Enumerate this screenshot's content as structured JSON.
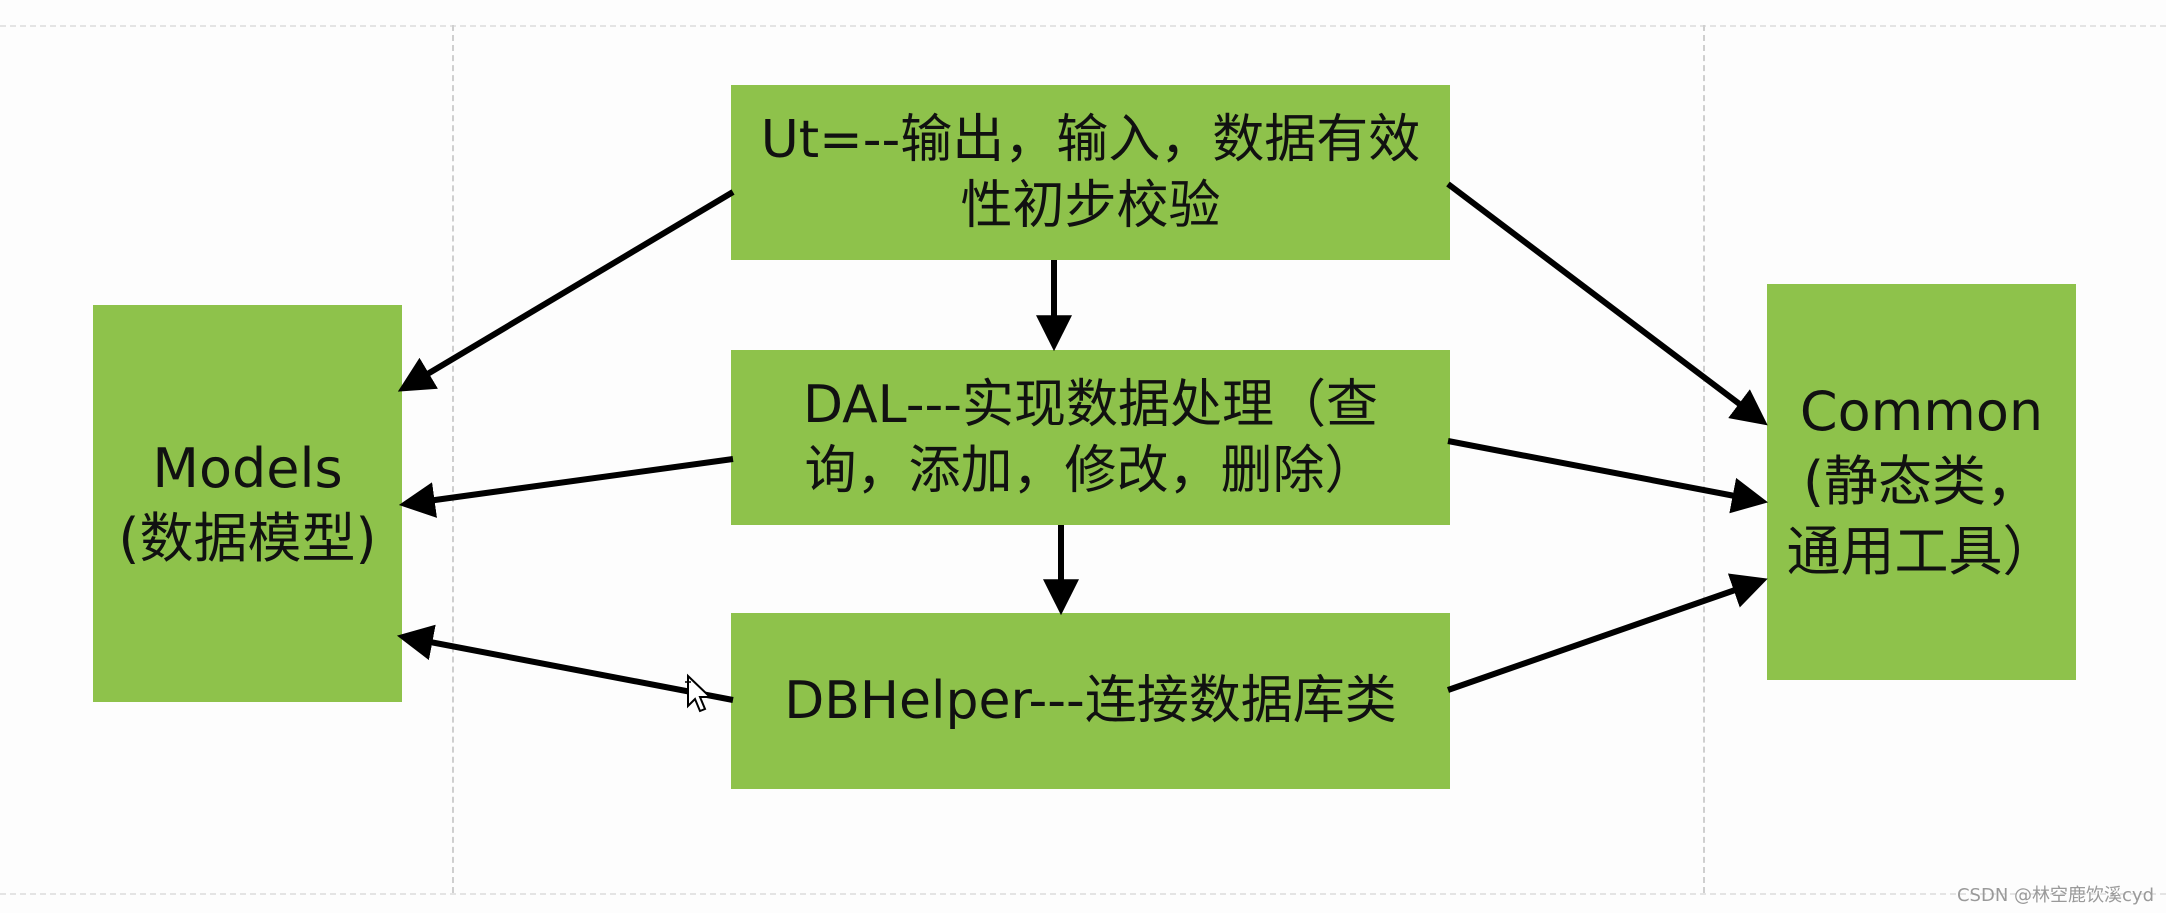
{
  "diagram": {
    "ui_box": "Ut=--输出，输入，数据有效\n性初步校验",
    "dal_box": "DAL---实现数据处理（查\n询，添加，修改，删除）",
    "dbhelper_box": "DBHelper---连接数据库类",
    "models_box": "Models\n(数据模型)",
    "common_box": "Common\n(静态类，\n通用工具）"
  },
  "watermark": "CSDN @林空鹿饮溪cyd",
  "colors": {
    "box_fill": "#8ec24b",
    "arrow": "#000000"
  }
}
